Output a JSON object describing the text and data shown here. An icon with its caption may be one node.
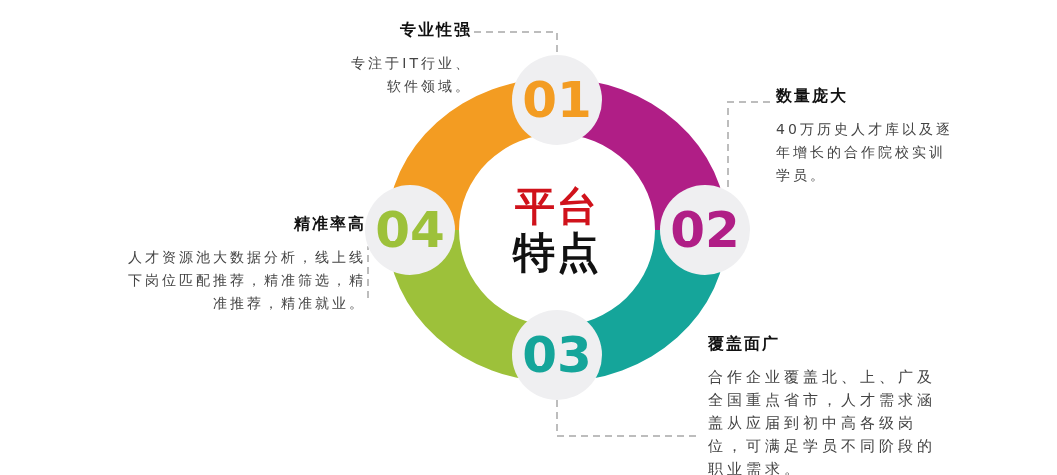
{
  "diagram": {
    "nodes": [
      {
        "text": [
          "平台",
          "特点"
        ]
      },
      {
        "text": [
          "01"
        ]
      },
      {
        "text": [
          "02"
        ]
      },
      {
        "text": [
          "03"
        ]
      },
      {
        "text": [
          "04"
        ]
      },
      {
        "text": [
          "专业性强",
          "专注于IT行业、软件领域。"
        ]
      },
      {
        "text": [
          "数量庞大",
          "40万历史人才库以及逐年增长的合作院校实训学员。"
        ]
      },
      {
        "text": [
          "覆盖面广",
          "合作企业覆盖北、上、广及全国重点省市，人才需求涵盖从应届到初中高各级岗位，可满足学员不同阶段的职业需求。"
        ]
      },
      {
        "text": [
          "精准率高",
          "人才资源池大数据分析，线上线下岗位匹配推荐，精准筛选，精准推荐，精准就业。"
        ]
      }
    ],
    "edges": [
      {
        "from": 5,
        "to": 1,
        "arrow": "none",
        "style": "dashed"
      },
      {
        "from": 6,
        "to": 2,
        "arrow": "none",
        "style": "dashed"
      },
      {
        "from": 7,
        "to": 3,
        "arrow": "none",
        "style": "dashed"
      },
      {
        "from": 8,
        "to": 4,
        "arrow": "none",
        "style": "dashed"
      }
    ]
  }
}
